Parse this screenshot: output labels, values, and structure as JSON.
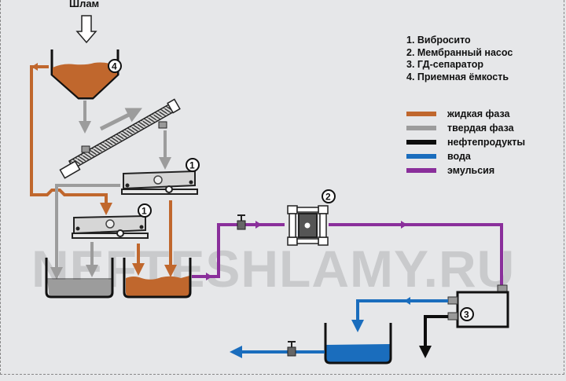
{
  "feed": {
    "label": "Шлам"
  },
  "watermark": "NEFTESHLAMY.RU",
  "equipment_legend": [
    {
      "num": "1",
      "label": "1. Вибросито"
    },
    {
      "num": "2",
      "label": "2. Мембранный насос"
    },
    {
      "num": "3",
      "label": "3. ГД-сепаратор"
    },
    {
      "num": "4",
      "label": "4. Приемная ёмкость"
    }
  ],
  "flow_legend": [
    {
      "label": "жидкая фаза",
      "color": "#c0672d"
    },
    {
      "label": "твердая фаза",
      "color": "#9c9c9c"
    },
    {
      "label": "нефтепродукты",
      "color": "#0d0d0d"
    },
    {
      "label": "вода",
      "color": "#1a6dbd"
    },
    {
      "label": "эмульсия",
      "color": "#8a2f9b"
    }
  ],
  "badges": {
    "screen_top": "1",
    "screen_bottom": "1",
    "pump": "2",
    "separator": "3",
    "hopper": "4"
  },
  "colors": {
    "liquid": "#c0672d",
    "solid": "#9c9c9c",
    "oil": "#0d0d0d",
    "water": "#1a6dbd",
    "emulsion": "#8a2f9b",
    "background": "#e6e7e9"
  }
}
